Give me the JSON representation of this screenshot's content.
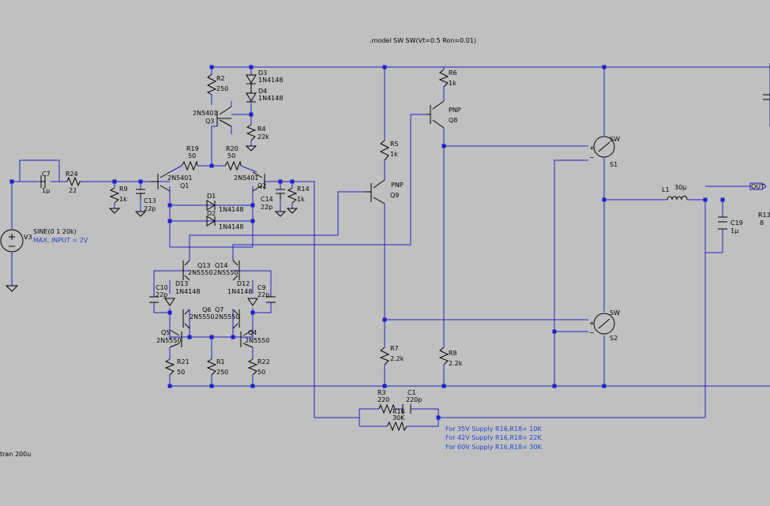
{
  "colors": {
    "background": "#c0c0c0",
    "wire": "#1f1fc8",
    "component": "#000000",
    "note": "#1f3fd0"
  },
  "directives": {
    "model": ".model SW SW(Vt=0.5 Ron=0.01)",
    "tran": "tran 200u"
  },
  "source": {
    "name": "V3",
    "value": "SINE(0 1 20k)",
    "note": "MAX. INPUT = 2V"
  },
  "labels": {
    "C7": "C7",
    "C7v": "1μ",
    "R24": "R24",
    "R24v": "22",
    "R9": "R9",
    "R9v": "1k",
    "C13": "C13",
    "C13v": "22p",
    "R2": "R2",
    "R2v": "250",
    "D3": "D3",
    "D3v": "1N4148",
    "D4": "D4",
    "D4v": "1N4148",
    "R4": "R4",
    "R4v": "22k",
    "Q3m": "2N5401",
    "Q3": "Q3",
    "R19": "R19",
    "R19v": "50",
    "R20": "R20",
    "R20v": "50",
    "Q1m": "2N5401",
    "Q1": "Q1",
    "Q2m": "2N5401",
    "Q2": "Q2",
    "D1": "D1",
    "D1v": "1N4148",
    "D2": "D2",
    "D2v": "1N4148",
    "C14": "C14",
    "C14v": "22p",
    "R14": "R14",
    "R14v": "1k",
    "Q13": "Q13",
    "Q13m": "2N5550",
    "Q14": "Q14",
    "Q14m": "2N5550",
    "C10": "C10",
    "C10v": "22p",
    "D13": "D13",
    "D13v": "1N4148",
    "D12": "D12",
    "D12v": "1N4148",
    "C9": "C9",
    "C9v": "22p",
    "Q6": "Q6",
    "Q6m": "2N5550",
    "Q7": "Q7",
    "Q7m": "2N5550",
    "Q5": "Q5",
    "Q5m": "2N5550",
    "Q4": "Q4",
    "Q4m": "2N5550",
    "R21": "R21",
    "R21v": "50",
    "R1": "R1",
    "R1v": "250",
    "R22": "R22",
    "R22v": "50",
    "R5": "R5",
    "R5v": "1k",
    "Q9t": "PNP",
    "Q9": "Q9",
    "R6": "R6",
    "R6v": "1k",
    "Q8t": "PNP",
    "Q8": "Q8",
    "R7": "R7",
    "R7v": "2.2k",
    "R8": "R8",
    "R8v": "2.2k",
    "S1t": "SW",
    "S1": "S1",
    "S2t": "SW",
    "S2": "S2",
    "L1": "L1",
    "L1v": "30μ",
    "C19": "C19",
    "C19v": "1μ",
    "R13": "R13",
    "R13v": "8",
    "R3": "R3",
    "R3v": "220",
    "C1": "C1",
    "C1v": "220p",
    "R16": "R16",
    "R16v": "30K",
    "OUT": "OUT",
    "plus1": "+",
    "minus1": "−",
    "plus2": "+",
    "minus2": "−"
  },
  "notes": [
    "For 35V Supply R16,R18= 10K",
    "For 42V Supply R16,R18= 22K",
    "For 60V Supply R16,R18= 30K"
  ]
}
